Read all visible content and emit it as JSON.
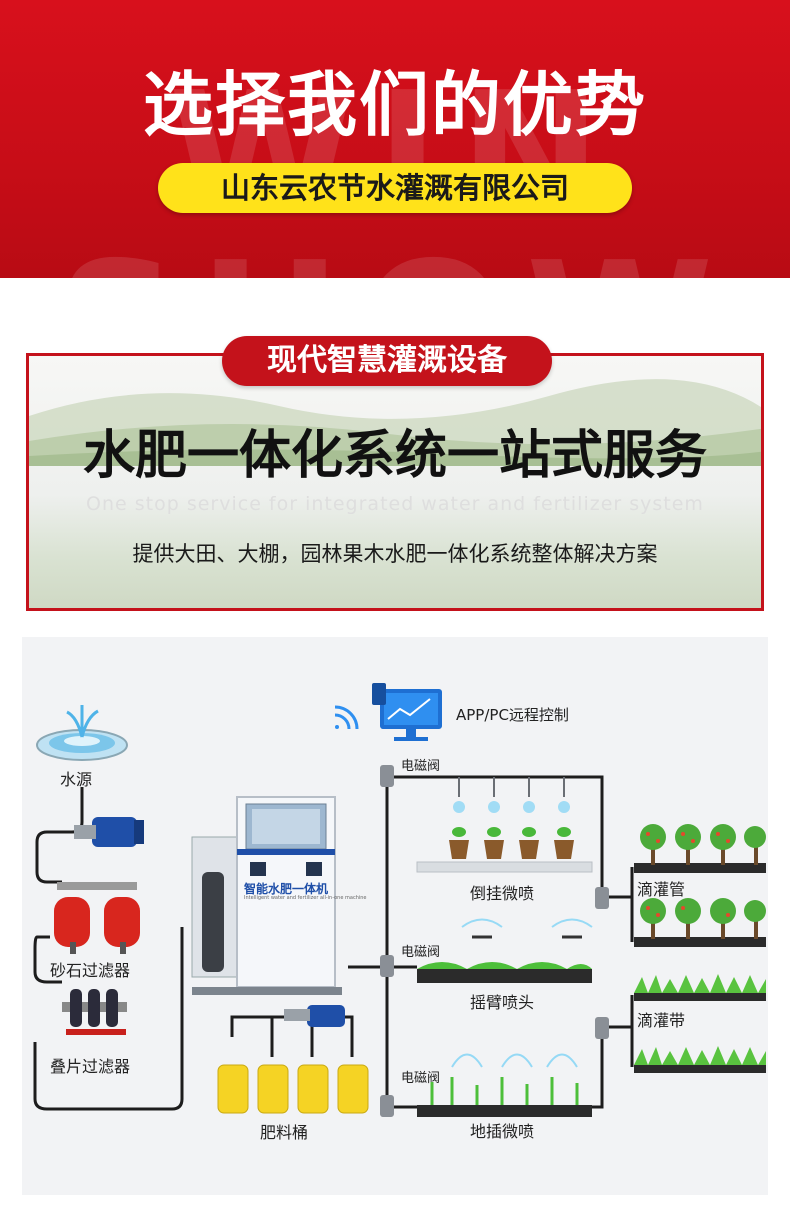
{
  "banner": {
    "title": "选择我们的优势",
    "watermark": "WIN SHOW",
    "company": "山东云农节水灌溉有限公司",
    "colors": {
      "bg": "#d0101a",
      "pill": "#ffe21a"
    }
  },
  "card": {
    "tag": "现代智慧灌溉设备",
    "headline": "水肥一体化系统一站式服务",
    "english": "One stop service for integrated water and fertilizer system",
    "subtitle": "提供大田、大棚，园林果木水肥一体化系统整体解决方案"
  },
  "diagram": {
    "water_source": "水源",
    "sand_filter": "砂石过滤器",
    "disc_filter": "叠片过滤器",
    "machine_label": "智能水肥一体机",
    "machine_sublabel": "Intelligent water and fertilizer all-in-one machine",
    "fertilizer_tank": "肥料桶",
    "remote": "APP/PC远程控制",
    "valves": [
      "电磁阀",
      "电磁阀",
      "电磁阀"
    ],
    "hanging_spray": "倒挂微喷",
    "rocker_sprinkler": "摇臂喷头",
    "ground_spray": "地插微喷",
    "drip_pipe": "滴灌管",
    "drip_tape": "滴灌带"
  }
}
